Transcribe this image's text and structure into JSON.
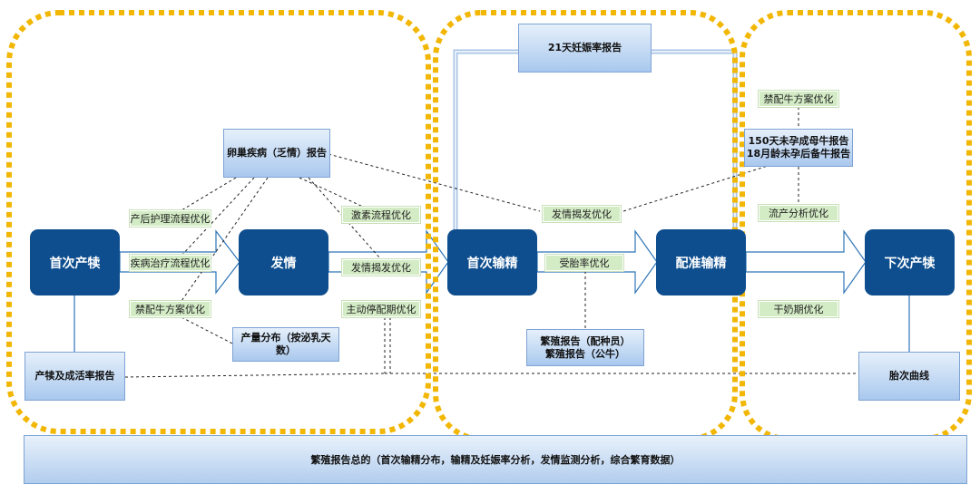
{
  "stages": {
    "first_calving": "首次产犊",
    "estrus": "发情",
    "first_insemination": "首次输精",
    "breeding_insemination": "配准输精",
    "next_calving": "下次产犊"
  },
  "reports": {
    "ovary": "卵巢疾病（乏情）报告",
    "calving_survival": "产犊及成活率报告",
    "production_dist": "产量分布（按泌乳天\n数）",
    "pregnancy_21d": "21天妊娠率报告",
    "breeding_staff": "繁殖报告（配种员）\n繁殖报告（公牛）",
    "open_cows": "150天未孕成母牛报告\n18月龄未孕后备牛报告",
    "parity_curve": "胎次曲线",
    "summary": "繁殖报告总的（首次输精分布，输精及妊娠率分析，发情监测分析，综合繁育数据）"
  },
  "optimizations": {
    "postpartum": "产后护理流程优化",
    "disease_treatment": "疾病治疗流程优化",
    "no_breed_plan_1": "禁配牛方案优化",
    "hormone": "激素流程优化",
    "estrus_detect_1": "发情揭发优化",
    "active_vwp": "主动停配期优化",
    "estrus_detect_2": "发情揭发优化",
    "conception": "受胎率优化",
    "no_breed_plan_2": "禁配牛方案优化",
    "abortion": "流产分析优化",
    "dry_period": "干奶期优化"
  },
  "colors": {
    "stage": "#0e4e8e",
    "dotted_zone": "#f2b705",
    "arrow_outline": "#2e75b6",
    "optimization": "#d4ecc6"
  }
}
